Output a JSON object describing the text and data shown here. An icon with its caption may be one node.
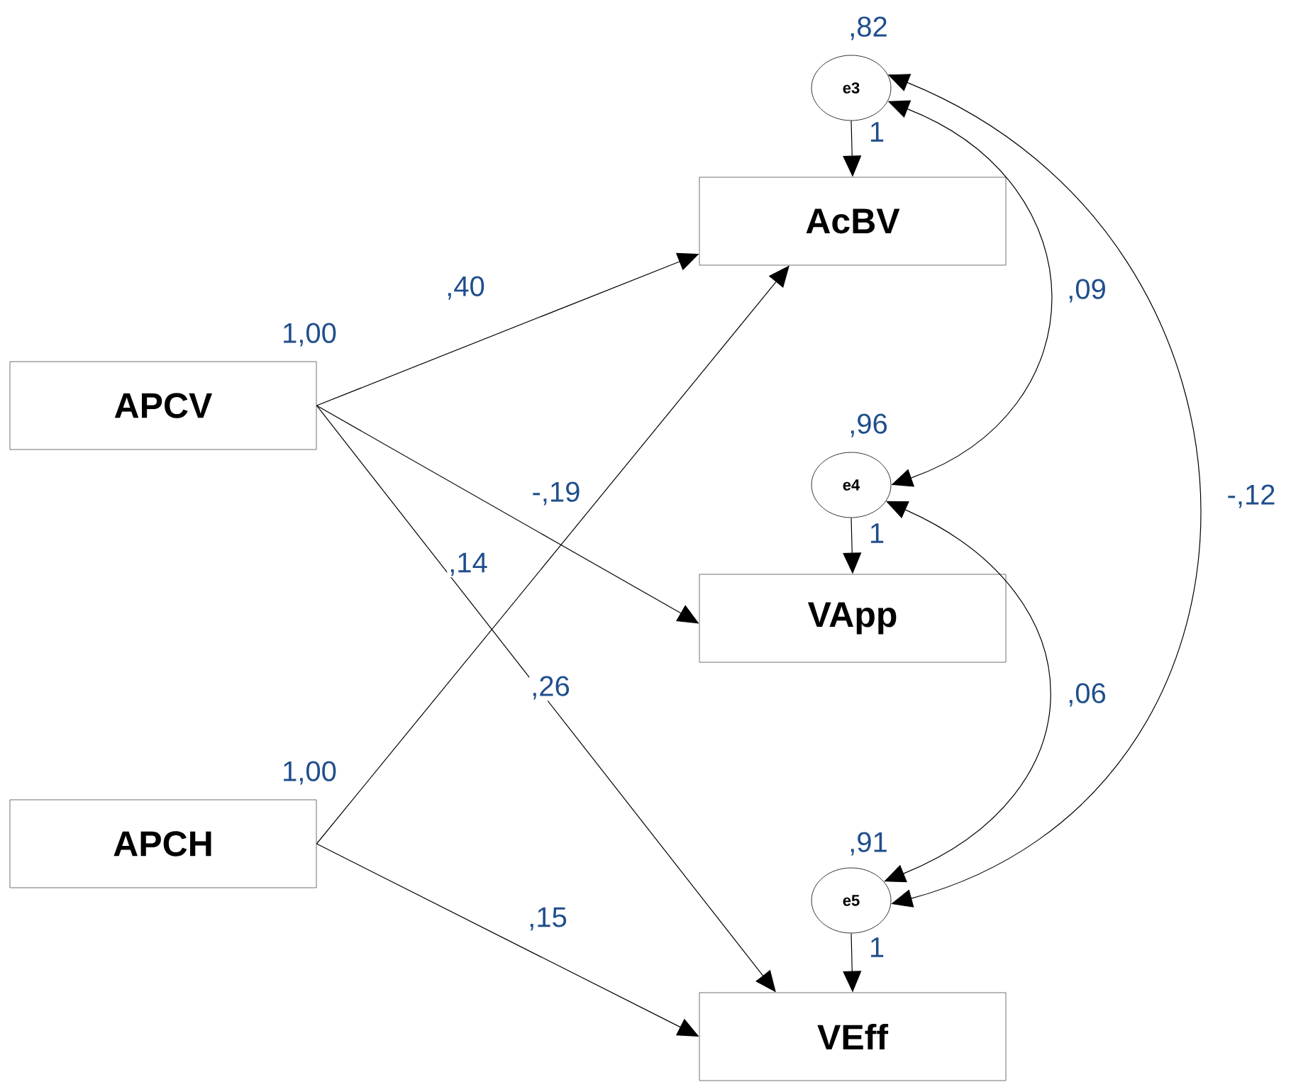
{
  "diagram": {
    "nodes": [
      {
        "text": [
          "e3"
        ],
        "beside": [
          ",82"
        ]
      },
      {
        "text": [
          "AcBV"
        ]
      },
      {
        "text": [
          "APCV"
        ],
        "beside": [
          "1,00"
        ]
      },
      {
        "text": [
          "e4"
        ],
        "beside": [
          ",96"
        ]
      },
      {
        "text": [
          "VApp"
        ]
      },
      {
        "text": [
          "APCH"
        ],
        "beside": [
          "1,00"
        ]
      },
      {
        "text": [
          "e5"
        ],
        "beside": [
          ",91"
        ]
      },
      {
        "text": [
          "VEff"
        ]
      }
    ],
    "edges": [
      {
        "from": 0,
        "to": 1,
        "arrow": "to",
        "label": "1"
      },
      {
        "from": 2,
        "to": 1,
        "arrow": "to",
        "label": ",40"
      },
      {
        "from": 0,
        "to": 3,
        "arrow": "both",
        "label": ",09"
      },
      {
        "from": 2,
        "to": 4,
        "arrow": "to",
        "label": "-,19"
      },
      {
        "from": 5,
        "to": 1,
        "arrow": "to",
        "label": ",14"
      },
      {
        "from": 0,
        "to": 6,
        "arrow": "both",
        "label": "-,12"
      },
      {
        "from": 3,
        "to": 4,
        "arrow": "to",
        "label": "1"
      },
      {
        "from": 2,
        "to": 7,
        "arrow": "to",
        "label": ",26"
      },
      {
        "from": 3,
        "to": 6,
        "arrow": "both",
        "label": ",06"
      },
      {
        "from": 5,
        "to": 7,
        "arrow": "to",
        "label": ",15"
      },
      {
        "from": 6,
        "to": 7,
        "arrow": "to",
        "label": "1"
      }
    ]
  }
}
